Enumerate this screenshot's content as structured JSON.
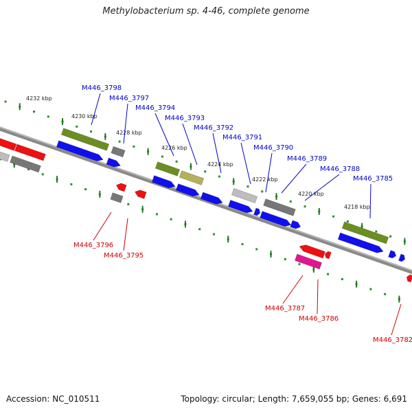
{
  "title": "Methylobacterium sp. 4-46, complete genome",
  "accession_text": "Accession: NC_010511",
  "summary_text": "Topology: circular; Length: 7,659,055 bp; Genes: 6,691",
  "colors": {
    "backbone": "#8a8a8a",
    "tick_dot": "#2e8b2e",
    "tick_mark": "#1f7a1f",
    "forward_label": "#0000cc",
    "reverse_label": "#cc0000",
    "olive": "#6b8e23",
    "khaki": "#b5b05a",
    "dark_gray": "#777777",
    "light_gray": "#bdbdbd",
    "blue": "#1010ee",
    "red": "#ee1111",
    "magenta": "#e0168e"
  },
  "scale_labels": [
    "4232 kbp",
    "4230 kbp",
    "4228 kbp",
    "4226 kbp",
    "4224 kbp",
    "4222 kbp",
    "4220 kbp",
    "4218 kbp"
  ],
  "forward_genes": [
    "M446_3798",
    "M446_3797",
    "M446_3794",
    "M446_3793",
    "M446_3792",
    "M446_3791",
    "M446_3790",
    "M446_3789",
    "M446_3788",
    "M446_3785"
  ],
  "reverse_genes": [
    "M446_3796",
    "M446_3795",
    "M446_3787",
    "M446_3786",
    "M446_3782"
  ]
}
